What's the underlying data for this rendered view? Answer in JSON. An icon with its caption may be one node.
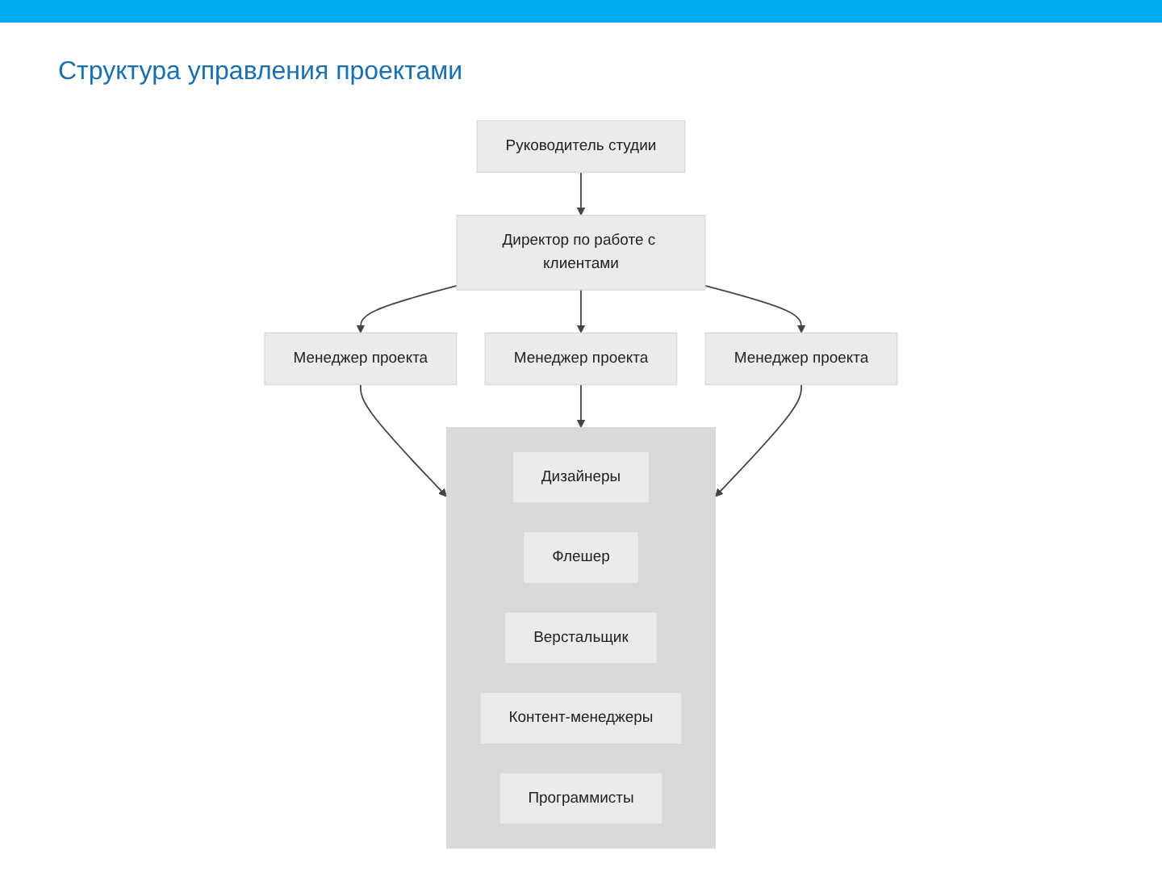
{
  "diagram": {
    "title": "Структура управления проектами",
    "nodes": [
      {
        "text": [
          "Руководитель студии"
        ]
      },
      {
        "text": [
          "Директор по работе с клиентами"
        ]
      },
      {
        "text": [
          "Менеджер проекта"
        ]
      },
      {
        "text": [
          "Менеджер проекта"
        ]
      },
      {
        "text": [
          "Менеджер проекта"
        ]
      },
      {
        "text": [],
        "shape": "box"
      },
      {
        "text": [
          "Дизайнеры"
        ],
        "in": 5
      },
      {
        "text": [
          "Флешер"
        ],
        "in": 5
      },
      {
        "text": [
          "Верстальщик"
        ],
        "in": 5
      },
      {
        "text": [
          "Контент-менеджеры"
        ],
        "in": 5
      },
      {
        "text": [
          "Программисты"
        ],
        "in": 5
      }
    ],
    "edges": [
      {
        "from": 0,
        "to": 1,
        "arrow": "to"
      },
      {
        "from": 1,
        "to": 2,
        "arrow": "to"
      },
      {
        "from": 1,
        "to": 3,
        "arrow": "to"
      },
      {
        "from": 1,
        "to": 4,
        "arrow": "to"
      },
      {
        "from": 2,
        "to": 5,
        "arrow": "to"
      },
      {
        "from": 3,
        "to": 5,
        "arrow": "to"
      },
      {
        "from": 4,
        "to": 5,
        "arrow": "to"
      }
    ]
  }
}
